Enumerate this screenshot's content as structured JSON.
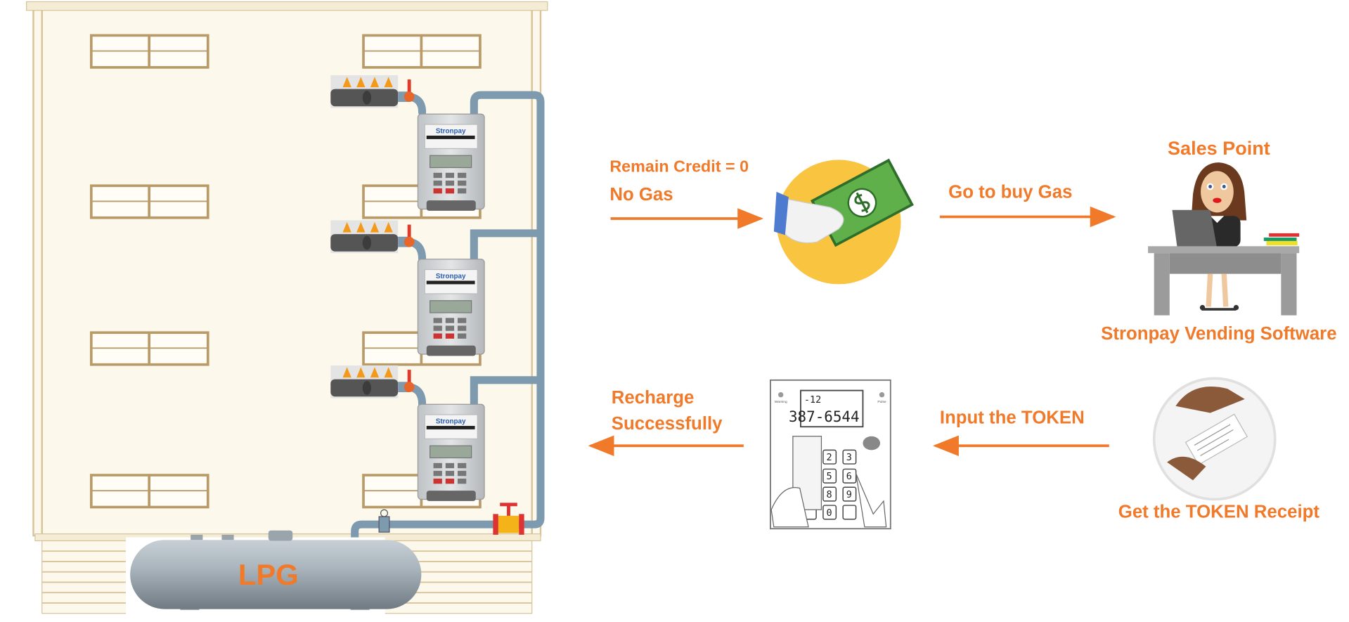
{
  "colors": {
    "accent": "#f07a2a",
    "pipe": "#7e9aae",
    "building": "#fdf8ec",
    "coin_circle": "#f9c440"
  },
  "building": {
    "tank_label": "LPG",
    "meter_brand": "Stronpay"
  },
  "flow": {
    "step1": {
      "line1": "Remain Credit = 0",
      "line2": "No Gas"
    },
    "step2": {
      "label": "Go to buy Gas"
    },
    "sales_point": {
      "title": "Sales Point",
      "subtitle": "Stronpay Vending Software"
    },
    "receipt": {
      "label": "Get the TOKEN Receipt"
    },
    "step3": {
      "label": "Input the TOKEN"
    },
    "keypad": {
      "display_top": "-12",
      "display_main": "387-6544",
      "keys": [
        "2",
        "3",
        "5",
        "6",
        "8",
        "9",
        "0"
      ],
      "warning": "Warning",
      "pulse": "Pulse"
    },
    "step4": {
      "line1": "Recharge",
      "line2": "Successfully"
    }
  }
}
